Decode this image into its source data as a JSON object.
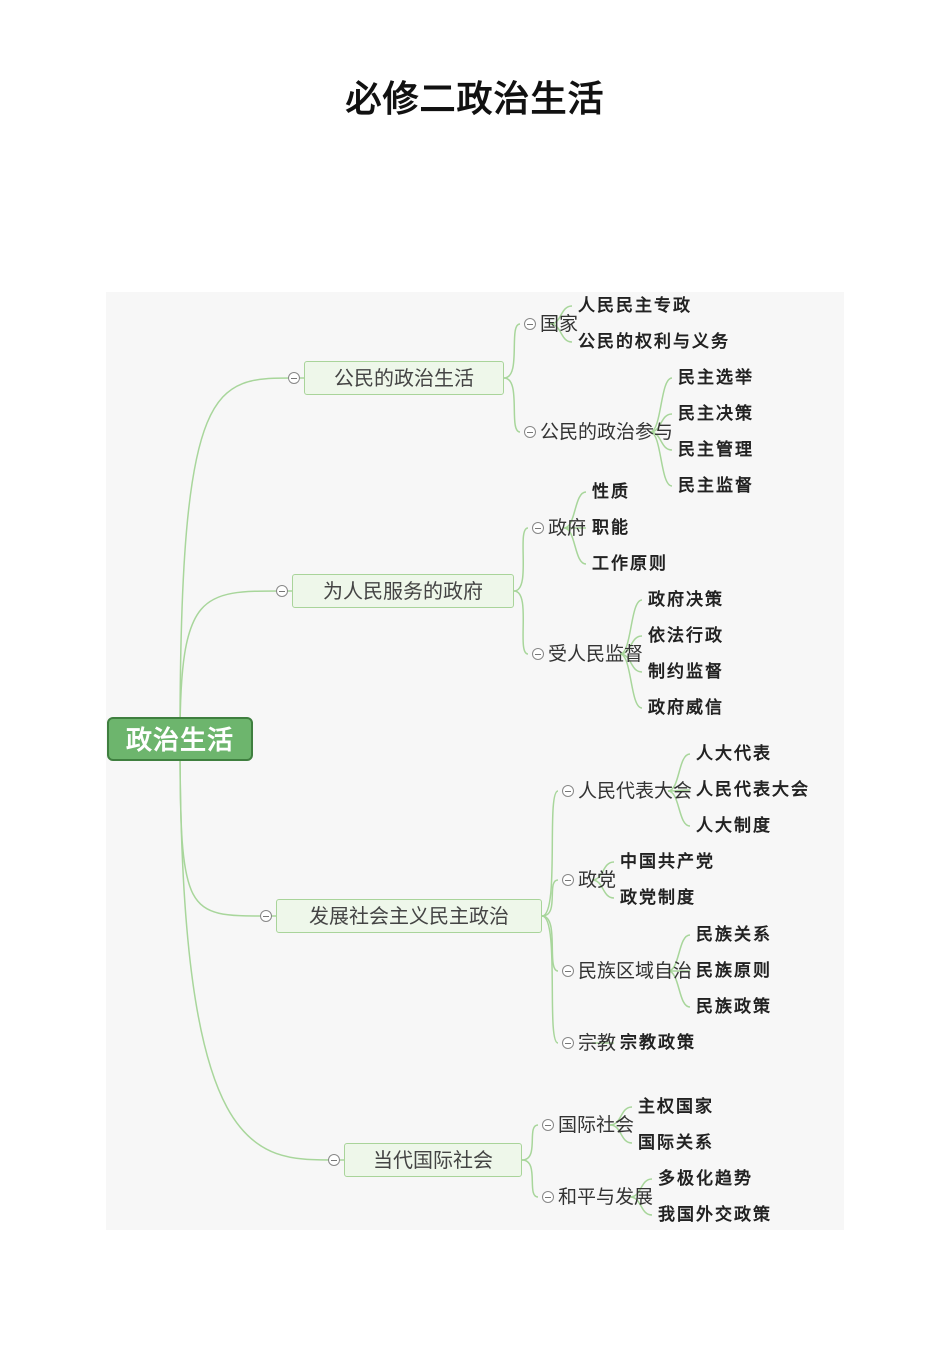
{
  "title": "必修二政治生活",
  "mindmap": {
    "root": "政治生活",
    "branches": [
      {
        "label": "公民的政治生活",
        "children": [
          {
            "label": "国家",
            "leaves": [
              "人民民主专政",
              "公民的权利与义务"
            ]
          },
          {
            "label": "公民的政治参与",
            "leaves": [
              "民主选举",
              "民主决策",
              "民主管理",
              "民主监督"
            ]
          }
        ]
      },
      {
        "label": "为人民服务的政府",
        "children": [
          {
            "label": "政府",
            "leaves": [
              "性质",
              "职能",
              "工作原则"
            ]
          },
          {
            "label": "受人民监督",
            "leaves": [
              "政府决策",
              "依法行政",
              "制约监督",
              "政府威信"
            ]
          }
        ]
      },
      {
        "label": "发展社会主义民主政治",
        "children": [
          {
            "label": "人民代表大会",
            "leaves": [
              "人大代表",
              "人民代表大会",
              "人大制度"
            ]
          },
          {
            "label": "政党",
            "leaves": [
              "中国共产党",
              "政党制度"
            ]
          },
          {
            "label": "民族区域自治",
            "leaves": [
              "民族关系",
              "民族原则",
              "民族政策"
            ]
          },
          {
            "label": "宗教",
            "leaves": [
              "宗教政策"
            ]
          }
        ]
      },
      {
        "label": "当代国际社会",
        "children": [
          {
            "label": "国际社会",
            "leaves": [
              "主权国家",
              "国际关系"
            ]
          },
          {
            "label": "和平与发展",
            "leaves": [
              "多极化趋势",
              "我国外交政策"
            ]
          }
        ]
      }
    ]
  },
  "colors": {
    "line": "#a8d69b",
    "root_fill": "#6db56d",
    "root_border": "#3f7f3f",
    "node_fill": "#eef7ea",
    "node_border": "#a9d49a",
    "canvas": "#f7f7f7"
  }
}
